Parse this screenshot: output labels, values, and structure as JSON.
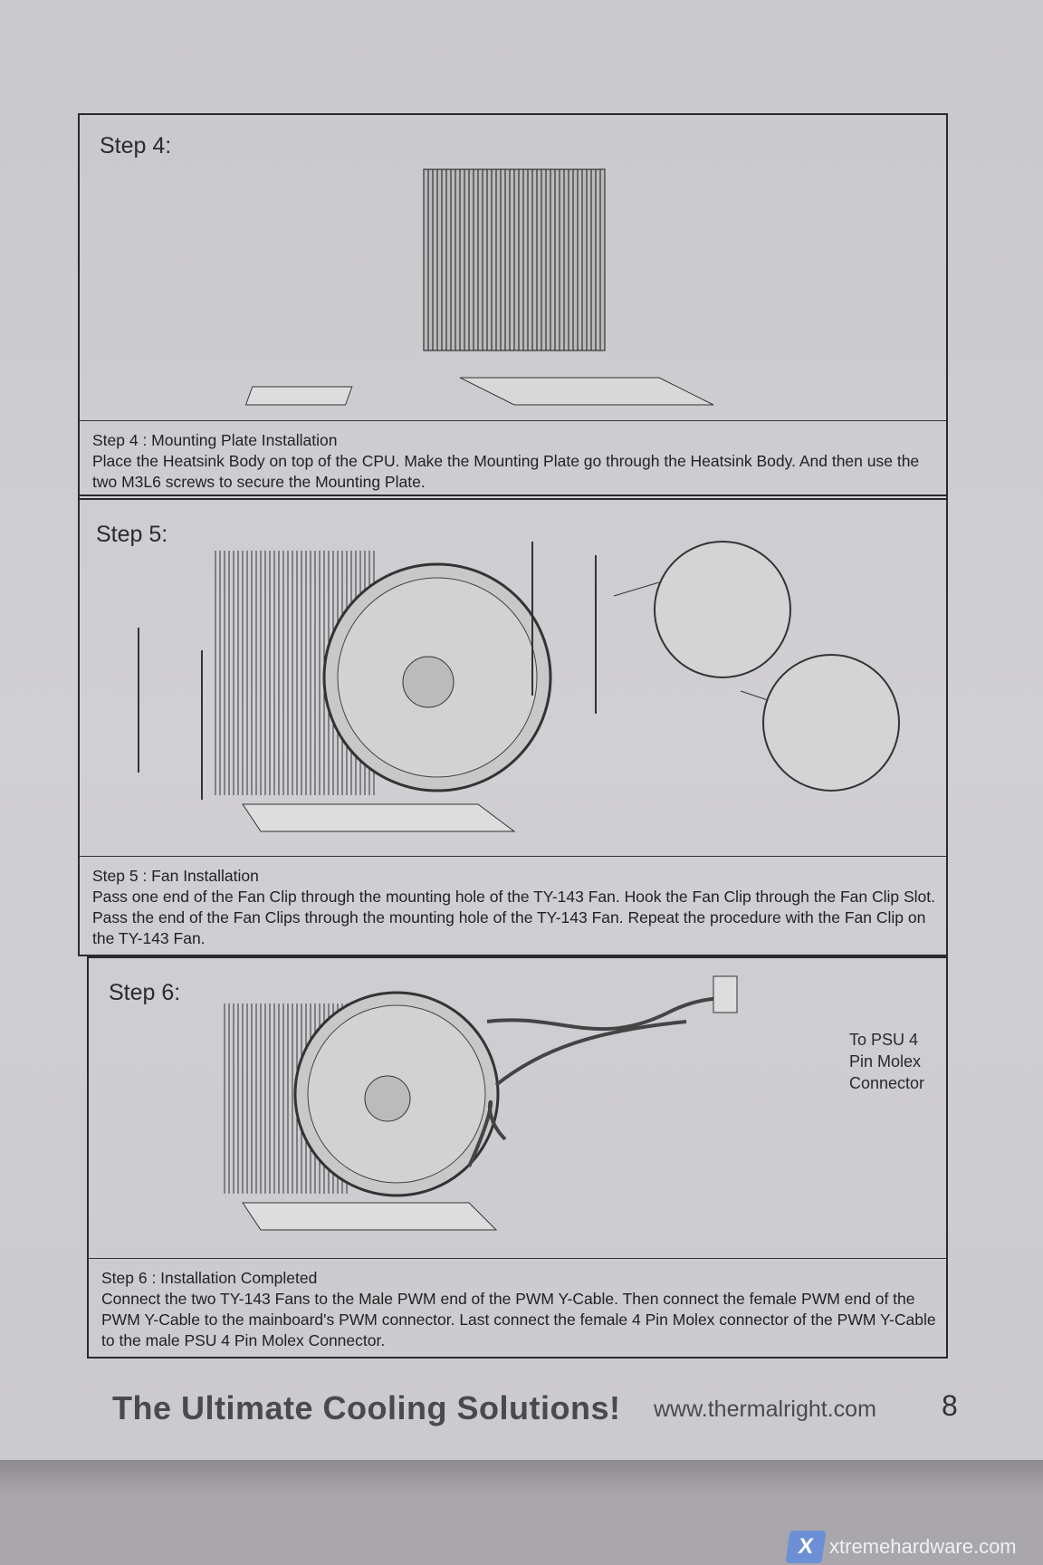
{
  "steps": [
    {
      "title": "Step 4:",
      "caption_heading": "Step 4 : Mounting Plate Installation",
      "caption_body": "Place the Heatsink Body on top of the CPU.  Make the Mounting Plate go through the Heatsink Body. And then use the two M3L6 screws to secure the  Mounting Plate."
    },
    {
      "title": "Step 5:",
      "caption_heading": "Step 5 : Fan Installation",
      "caption_body": "Pass one end of the Fan Clip through the mounting hole of the TY-143 Fan.  Hook the Fan Clip through the Fan Clip Slot.  Pass the end of the Fan Clips through the mounting hole of the TY-143 Fan.  Repeat the procedure with the Fan Clip on the TY-143 Fan."
    },
    {
      "title": "Step 6:",
      "caption_heading": "Step 6 : Installation Completed",
      "caption_body": "Connect the two TY-143 Fans to the Male PWM end of the PWM Y-Cable.  Then connect the female PWM end of the PWM Y-Cable to the mainboard's PWM connector.  Last connect the female 4 Pin Molex connector of the PWM Y-Cable to the male PSU 4 Pin Molex Connector.",
      "psu_label_line1": "To PSU 4 Pin Molex",
      "psu_label_line2": "Connector"
    }
  ],
  "footer": {
    "slogan": "The Ultimate Cooling Solutions!",
    "url": "www.thermalright.com",
    "page_number": "8"
  },
  "watermark": {
    "text": "xtremehardware.com"
  }
}
